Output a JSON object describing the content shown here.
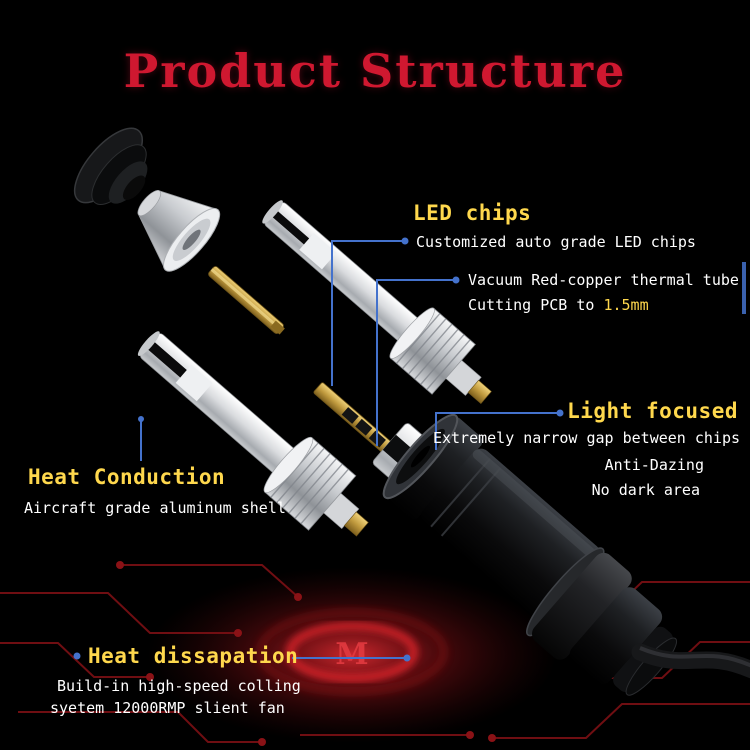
{
  "title": "Product Structure",
  "annotations": {
    "led_chips": {
      "heading": "LED chips",
      "desc": "Customized auto grade LED chips"
    },
    "thermal_tube": {
      "line1": "Vacuum Red-copper thermal tube",
      "line2_prefix": "Cutting PCB to ",
      "line2_value": "1.5mm"
    },
    "light_focused": {
      "heading": "Light focused",
      "line1": "Extremely narrow gap between chips",
      "line2": "Anti-Dazing",
      "line3": "No dark area"
    },
    "heat_conduction": {
      "heading": "Heat Conduction",
      "desc": "Aircraft grade aluminum shell"
    },
    "heat_dissipation": {
      "heading": "Heat dissapation",
      "line1": "Build-in high-speed colling",
      "line2": "syetem 12000RMP slient fan"
    }
  },
  "emblem_letter": "M",
  "colors": {
    "background": "#000000",
    "title": "#cf1830",
    "heading": "#ffd84d",
    "body_text": "#ffffff",
    "connector": "#4472cc",
    "circuit_glow": "#e8262e"
  }
}
